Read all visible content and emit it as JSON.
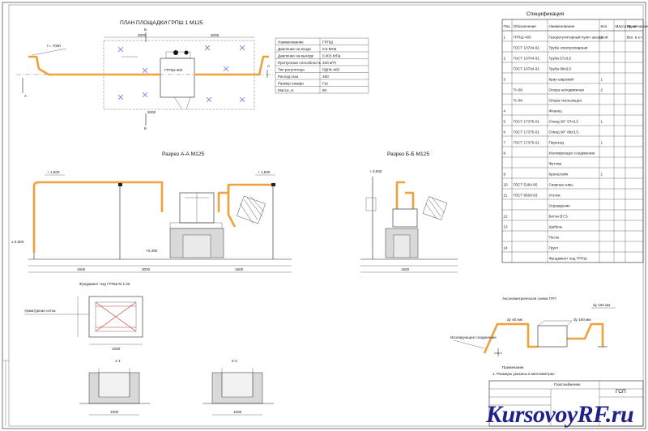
{
  "drawing": {
    "plan_title": "ПЛАН ПЛОЩАДКИ ГРПШ 1 М125",
    "section_aa_title": "Разрез А-А М125",
    "section_bb_title": "Разрез Б-Б М125",
    "spec_title": "Спецификация",
    "axonometric_title": "Аксонометрическая схема ГРП",
    "notes_title": "Примечание",
    "stamp_title": "ГСП",
    "cut_a_label": "А",
    "cut_b_label": "Б",
    "grp_label": "ГРПШ-400",
    "axon_left_label": "dy 40 мм",
    "axon_right_label": "dy 160 мм"
  },
  "spec": {
    "headers": [
      "Поз.",
      "Обозначение",
      "Наименование",
      "Кол.",
      "Масса ед. кг",
      "Примечание"
    ],
    "rows": [
      [
        "1",
        "ГРПШ-400",
        "Газорегуляторный пункт шкафной",
        "1",
        "",
        "Вкл. в к-т"
      ],
      [
        "",
        "ГОСТ 10704-91",
        "Труба электросварная",
        "",
        "",
        ""
      ],
      [
        "2",
        "ГОСТ 10704-91",
        "Труба 57х3,5",
        "",
        "",
        ""
      ],
      [
        "",
        "ГОСТ 10704-91",
        "Труба 89х3,5",
        "",
        "",
        ""
      ],
      [
        "3",
        "",
        "Кран шаровой",
        "1",
        "",
        ""
      ],
      [
        "",
        "Тс-66",
        "Опора неподвижная",
        "2",
        "",
        ""
      ],
      [
        "",
        "Тс-66",
        "Опора скользящая",
        "",
        "",
        ""
      ],
      [
        "4",
        "",
        "Фланец",
        "",
        "",
        ""
      ],
      [
        "5",
        "ГОСТ 17375-01",
        "Отвод 90° 57х3,5",
        "1",
        "",
        ""
      ],
      [
        "6",
        "ГОСТ 17375-01",
        "Отвод 90° 89х3,5",
        "",
        "",
        ""
      ],
      [
        "7",
        "ГОСТ 17375-01",
        "Переход",
        "1",
        "",
        ""
      ],
      [
        "8",
        "",
        "Изолирующее соединение",
        "",
        "",
        ""
      ],
      [
        "",
        "",
        "Футляр",
        "",
        "",
        ""
      ],
      [
        "9",
        "",
        "Кронштейн",
        "1",
        "",
        ""
      ],
      [
        "10",
        "ГОСТ 5264-80",
        "Сварные швы",
        "",
        "",
        ""
      ],
      [
        "11",
        "ГОСТ 8509-93",
        "Уголок",
        "",
        "",
        ""
      ],
      [
        "",
        "",
        "Ограждение",
        "",
        "",
        ""
      ],
      [
        "12",
        "",
        "Бетон В7,5",
        "",
        "",
        ""
      ],
      [
        "13",
        "",
        "Щебень",
        "",
        "",
        ""
      ],
      [
        "",
        "",
        "Песок",
        "",
        "",
        ""
      ],
      [
        "14",
        "",
        "Грунт",
        "",
        "",
        ""
      ],
      [
        "",
        "",
        "Фундамент под ГРПШ",
        "",
        "",
        ""
      ]
    ]
  },
  "legend_table": {
    "rows": [
      [
        "Наименование",
        "ГРПШ"
      ],
      [
        "Давление на входе",
        "0,6 МПа"
      ],
      [
        "Давление на выходе",
        "0,003 МПа"
      ],
      [
        "Пропускная способность",
        "400 м³/ч"
      ],
      [
        "Тип регулятора",
        "РДНК-400"
      ],
      [
        "Расход газа",
        "160"
      ],
      [
        "Размер шкафа",
        "ГШ"
      ],
      [
        "Масса, кг",
        "80"
      ]
    ]
  },
  "labels": {
    "length_plan": "ℓ = 7000",
    "dim_a": "1500",
    "dim_b": "3000",
    "height_a": "+ 1,500",
    "height_b": "+ 0,000"
  },
  "watermark": "KursovoyRF.ru",
  "colors": {
    "pipe": "#f0a23a",
    "support": "#6f6fe0",
    "ink": "#222222"
  }
}
